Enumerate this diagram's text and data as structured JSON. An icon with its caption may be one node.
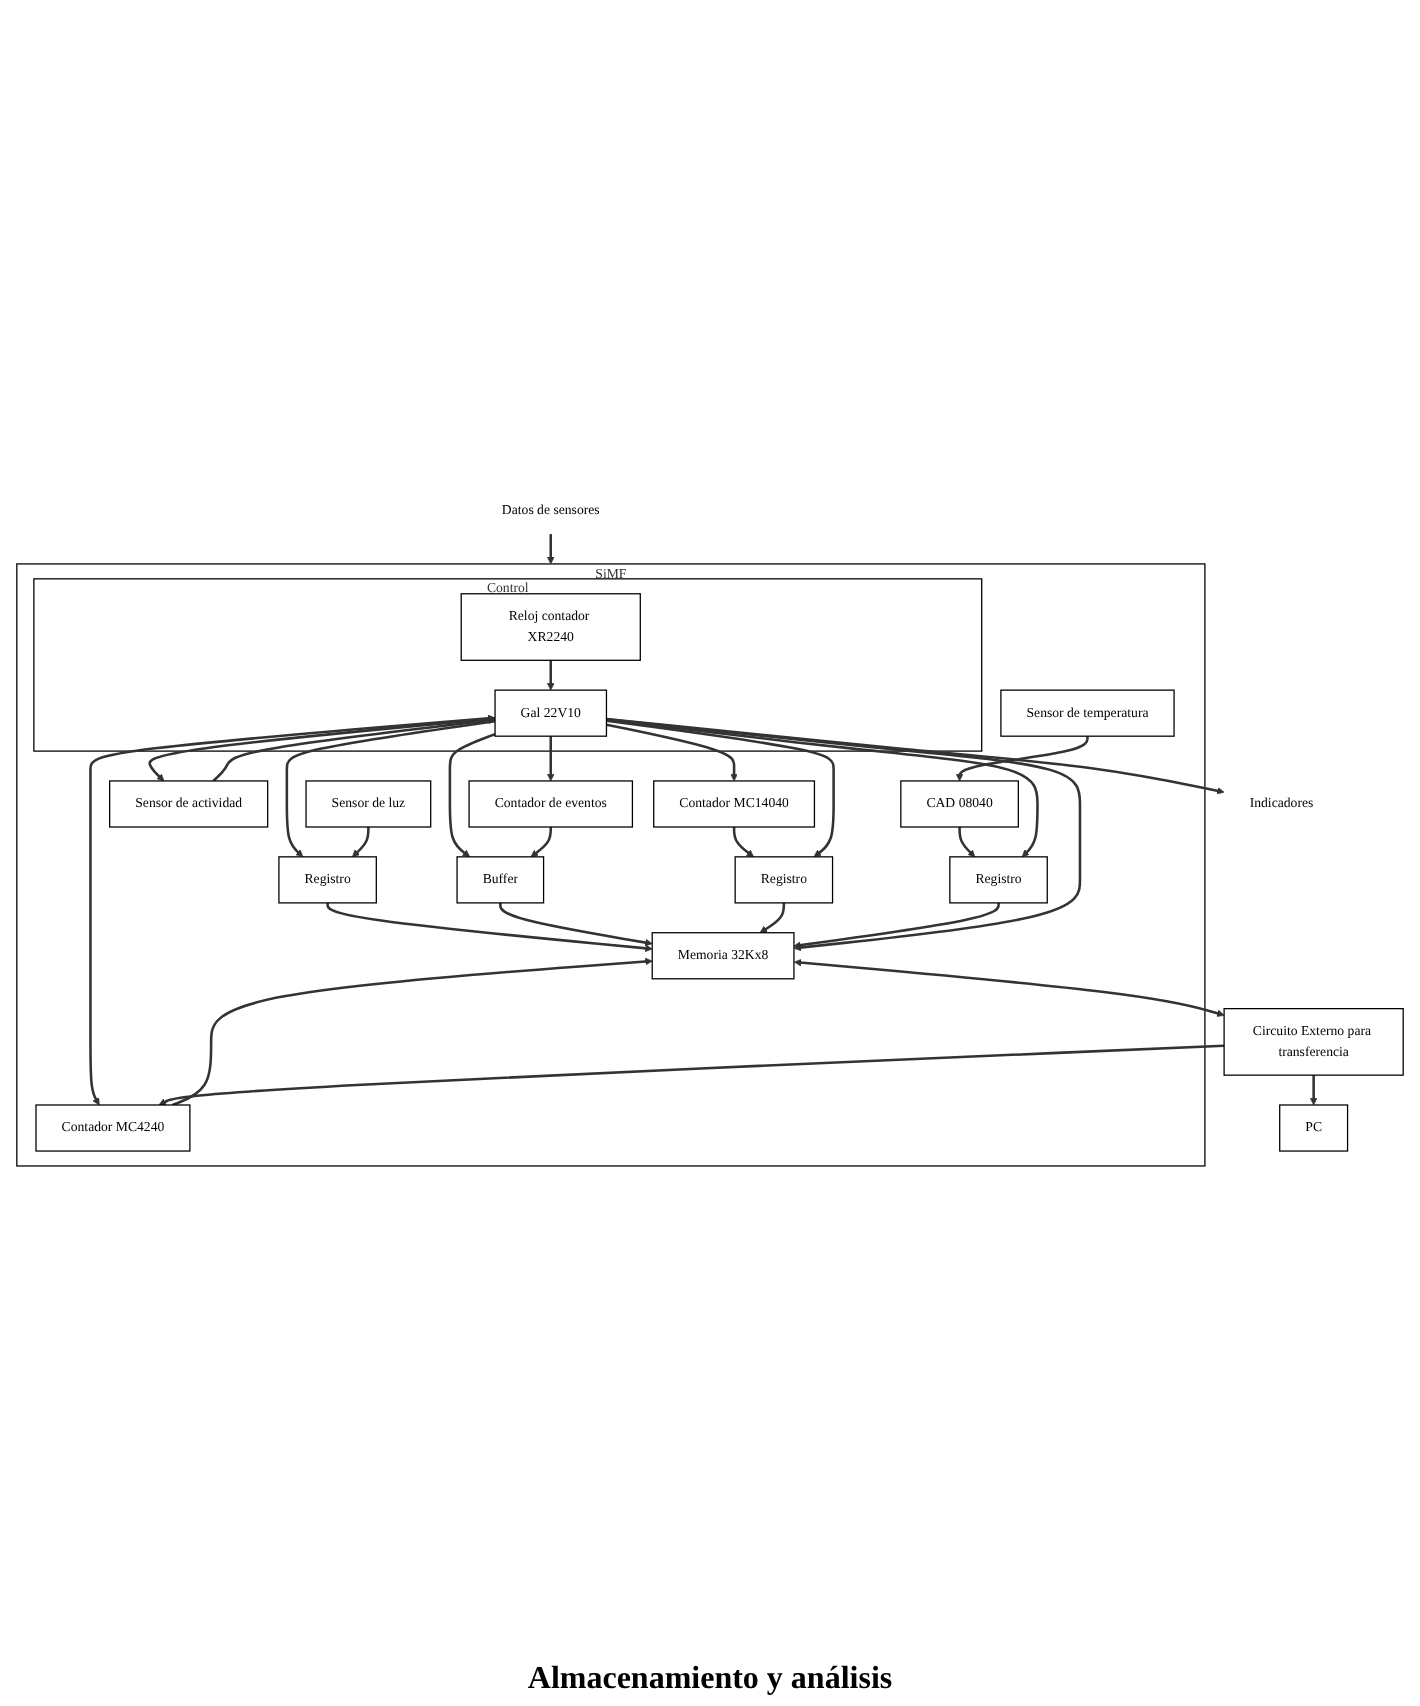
{
  "diagram": {
    "nodes": [
      {
        "text": [
          "SiMF"
        ]
      },
      {
        "text": [
          "Control"
        ],
        "in": 0
      },
      {
        "text": [
          "Reloj contador XR2240"
        ],
        "in": 1
      },
      {
        "text": [
          "Gal 22V10"
        ],
        "in": 1
      },
      {
        "text": [
          "Indicadores"
        ]
      },
      {
        "text": [
          "Datos de sensores"
        ]
      },
      {
        "text": [
          "Sensor de luz"
        ],
        "in": 0
      },
      {
        "text": [
          "Sensor de actividad"
        ],
        "in": 0
      },
      {
        "text": [
          "Sensor de temperatura"
        ],
        "in": 0
      },
      {
        "text": [
          "Contador de eventos"
        ],
        "in": 0
      },
      {
        "text": [
          "Contador MC14040"
        ],
        "in": 0
      },
      {
        "text": [
          "CAD 08040"
        ],
        "in": 0
      },
      {
        "text": [
          "Registro"
        ],
        "in": 0
      },
      {
        "text": [
          "Buffer"
        ],
        "in": 0
      },
      {
        "text": [
          "Registro"
        ],
        "in": 0
      },
      {
        "text": [
          "Registro"
        ],
        "in": 0
      },
      {
        "text": [
          "Memoria 32Kx8"
        ],
        "in": 0
      },
      {
        "text": [
          "Contador MC4240"
        ],
        "in": 0
      },
      {
        "text": [
          "PC"
        ]
      },
      {
        "text": [
          "Circuito Externo para transferencia"
        ]
      }
    ],
    "edges": [
      {
        "from": 2,
        "to": 3,
        "arrow": "to"
      },
      {
        "from": 3,
        "to": 4,
        "arrow": "to"
      },
      {
        "from": 5,
        "to": 0,
        "arrow": "to"
      },
      {
        "from": 3,
        "to": 7,
        "arrow": "to"
      },
      {
        "from": 7,
        "to": 3,
        "arrow": "to"
      },
      {
        "from": 3,
        "to": 9,
        "arrow": "to"
      },
      {
        "from": 3,
        "to": 10,
        "arrow": "to"
      },
      {
        "from": 3,
        "to": 12,
        "arrow": "to"
      },
      {
        "from": 3,
        "to": 13,
        "arrow": "to"
      },
      {
        "from": 6,
        "to": 12,
        "arrow": "to"
      },
      {
        "from": 9,
        "to": 13,
        "arrow": "to"
      },
      {
        "from": 10,
        "to": 14,
        "arrow": "to"
      },
      {
        "from": 8,
        "to": 11,
        "arrow": "to"
      },
      {
        "from": 11,
        "to": 15,
        "arrow": "to"
      },
      {
        "from": 3,
        "to": 14,
        "arrow": "to"
      },
      {
        "from": 3,
        "to": 15,
        "arrow": "to"
      },
      {
        "from": 12,
        "to": 16,
        "arrow": "to"
      },
      {
        "from": 13,
        "to": 16,
        "arrow": "to"
      },
      {
        "from": 14,
        "to": 16,
        "arrow": "to"
      },
      {
        "from": 15,
        "to": 16,
        "arrow": "to"
      },
      {
        "from": 3,
        "to": 16,
        "arrow": "to"
      },
      {
        "from": 3,
        "to": 17,
        "arrow": "both"
      },
      {
        "from": 17,
        "to": 16,
        "arrow": "to"
      },
      {
        "from": 16,
        "to": 19,
        "arrow": "both"
      },
      {
        "from": 19,
        "to": 17,
        "arrow": "to"
      },
      {
        "from": 19,
        "to": 18,
        "arrow": "to"
      }
    ],
    "labels": [
      "Almacenamiento y análisis"
    ]
  }
}
